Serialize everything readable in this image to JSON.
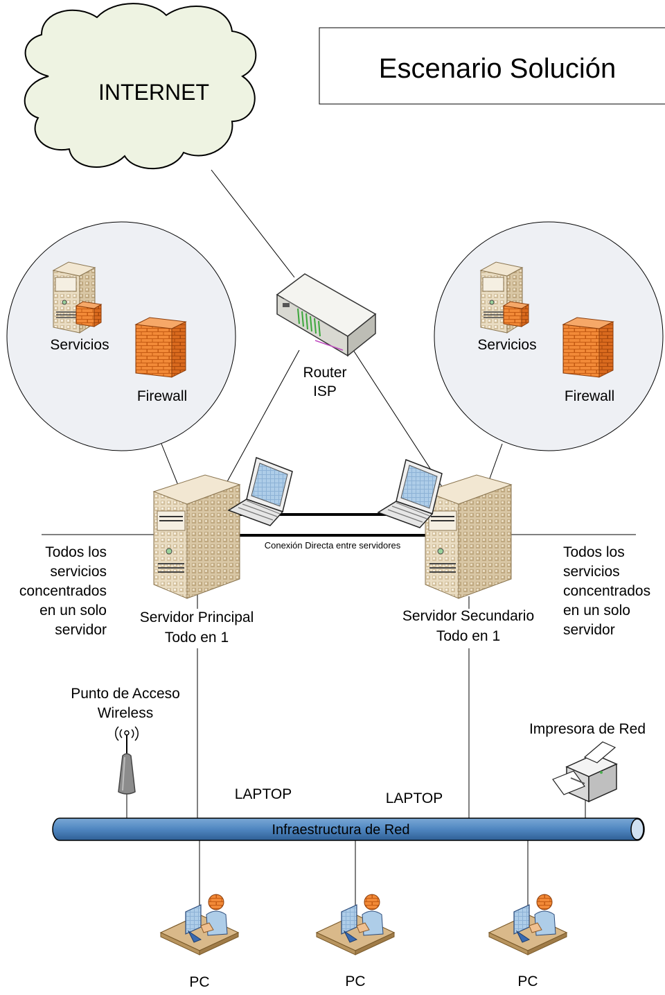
{
  "title": "Escenario Solución",
  "cloud_label": "INTERNET",
  "router_label": [
    "Router",
    "ISP"
  ],
  "left_cluster": {
    "services_label": "Servicios",
    "firewall_label": "Firewall"
  },
  "right_cluster": {
    "services_label": "Servicios",
    "firewall_label": "Firewall"
  },
  "primary_server_label": [
    "Servidor Principal",
    "Todo en 1"
  ],
  "secondary_server_label": [
    "Servidor Secundario",
    "Todo en 1"
  ],
  "direct_link_label": "Conexión Directa entre servidores",
  "left_note": [
    "Todos los",
    "servicios",
    "concentrados",
    "en un solo",
    "servidor"
  ],
  "right_note": [
    "Todos los",
    "servicios",
    "concentrados",
    "en un solo",
    "servidor"
  ],
  "access_point_label": [
    "Punto de Acceso",
    "Wireless"
  ],
  "printer_label": "Impresora de Red",
  "laptop_labels": [
    "LAPTOP",
    "LAPTOP"
  ],
  "network_bus_label": "Infraestructura de Red",
  "pc_labels": [
    "PC",
    "PC",
    "PC"
  ],
  "colors": {
    "cloud_fill": "#eef3e2",
    "cluster_fill": "#eef0f4",
    "bus_fill": "#4f86c0",
    "server_tan": "#e8d9bd",
    "firewall_orange": "#f07c2a"
  }
}
